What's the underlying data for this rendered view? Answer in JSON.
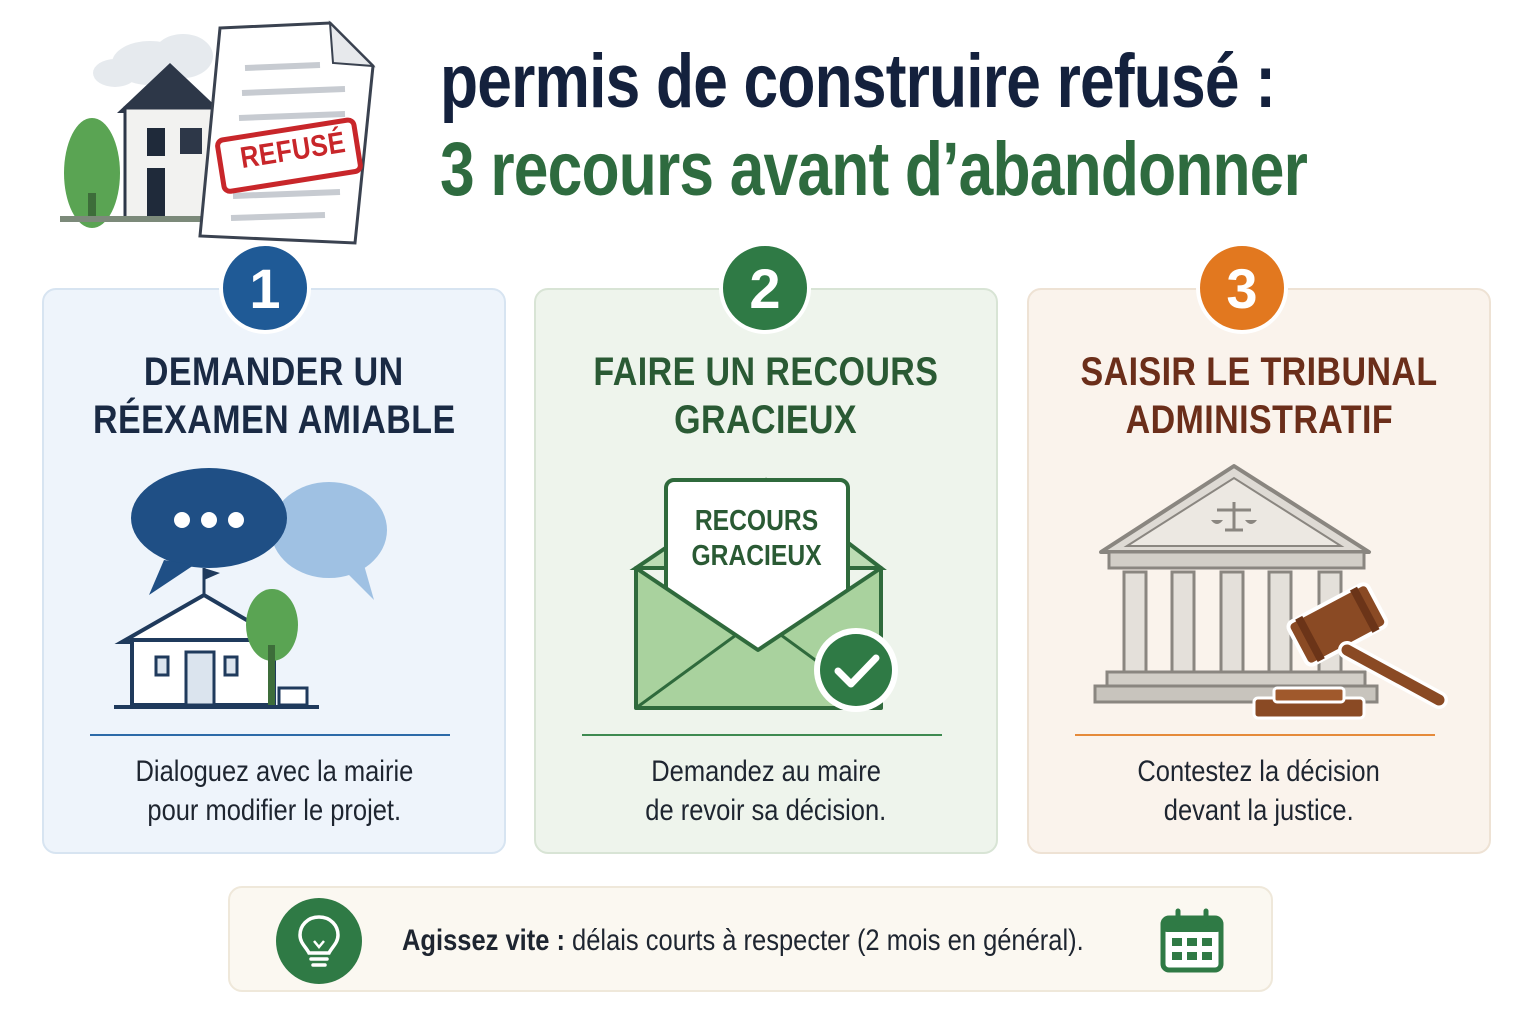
{
  "header": {
    "stamp_text": "REFUSÉ",
    "title_line1": "permis de construire refusé :",
    "title_line2": "3 recours avant d’abandonner"
  },
  "cards": [
    {
      "number": "1",
      "title_line1": "DEMANDER UN",
      "title_line2": "RÉEXAMEN AMIABLE",
      "desc_line1": "Dialoguez avec la mairie",
      "desc_line2": "pour modifier le projet.",
      "illustration": "speech-bubbles-town-hall-icon",
      "accent": "#1f5a96"
    },
    {
      "number": "2",
      "title_line1": "FAIRE UN RECOURS",
      "title_line2": "GRACIEUX",
      "letter_line1": "RECOURS",
      "letter_line2": "GRACIEUX",
      "desc_line1": "Demandez au maire",
      "desc_line2": "de revoir sa décision.",
      "illustration": "envelope-letter-check-icon",
      "accent": "#2f7a45"
    },
    {
      "number": "3",
      "title_line1": "SAISIR LE TRIBUNAL",
      "title_line2": "ADMINISTRATIF",
      "desc_line1": "Contestez la décision",
      "desc_line2": "devant la justice.",
      "illustration": "courthouse-gavel-icon",
      "accent": "#e2781f"
    }
  ],
  "footer": {
    "bold_text": "Agissez vite :",
    "text": " délais courts à respecter (2 mois en général).",
    "left_icon": "lightbulb-icon",
    "right_icon": "calendar-icon"
  }
}
